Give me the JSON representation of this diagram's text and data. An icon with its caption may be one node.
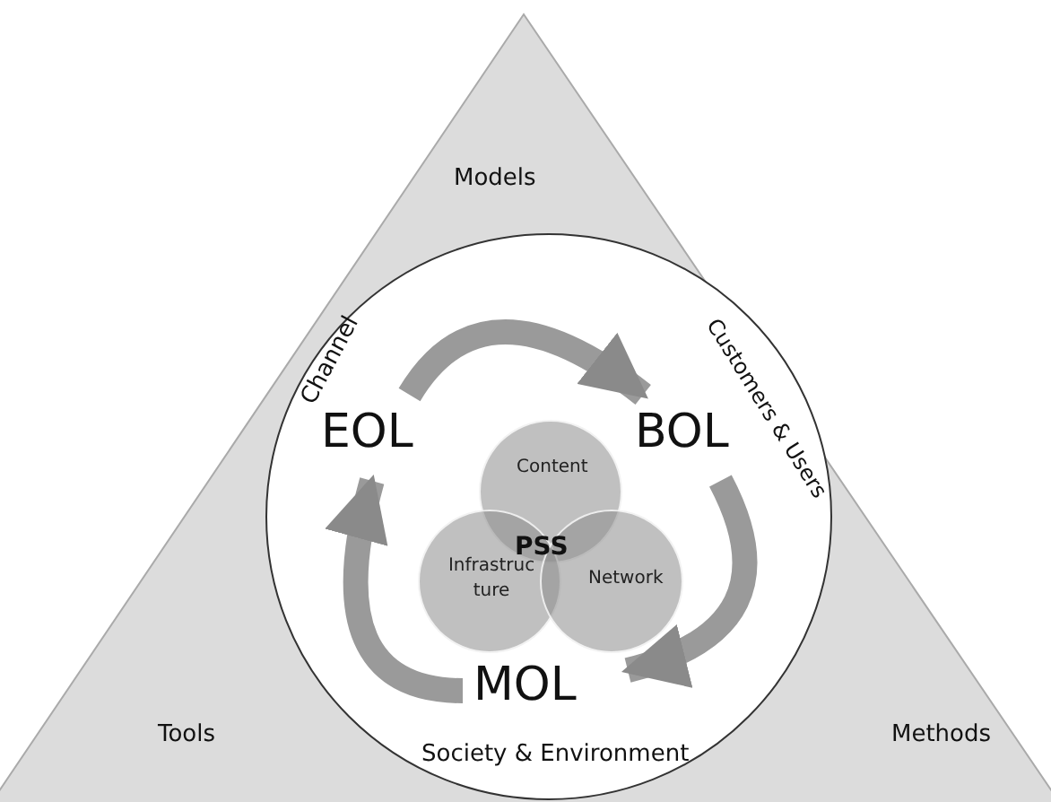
{
  "diagram": {
    "nodes": [
      {
        "text": [
          "Models",
          "Tools",
          "Methods"
        ]
      },
      {
        "text": [
          "Channel",
          "Customers & Users",
          "Society & Environment"
        ],
        "in": 0
      },
      {
        "text": [
          "EOL"
        ],
        "in": 1
      },
      {
        "text": [
          "BOL"
        ],
        "in": 1
      },
      {
        "text": [
          "MOL"
        ],
        "in": 1
      },
      {
        "text": [
          "Content"
        ],
        "in": 1
      },
      {
        "text": [
          "Infrastructure"
        ],
        "in": 1
      },
      {
        "text": [
          "Network"
        ],
        "in": 1
      }
    ],
    "edges": [
      {
        "from": 2,
        "to": 3,
        "arrow": "to"
      },
      {
        "from": 3,
        "to": 4,
        "arrow": "to"
      },
      {
        "from": 4,
        "to": 2,
        "arrow": "to"
      }
    ],
    "labels": [
      "PSS"
    ]
  }
}
